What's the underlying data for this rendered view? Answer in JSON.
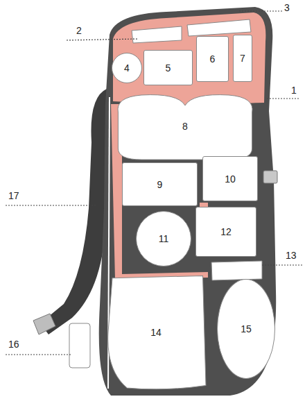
{
  "diagram": {
    "nodes": [
      {
        "text": [
          "4"
        ]
      },
      {
        "text": [
          "5"
        ]
      },
      {
        "text": [
          "6"
        ]
      },
      {
        "text": [
          "7"
        ]
      },
      {
        "text": [
          "8"
        ]
      },
      {
        "text": [
          "9"
        ]
      },
      {
        "text": [
          "10"
        ]
      },
      {
        "text": [
          "11"
        ]
      },
      {
        "text": [
          "12"
        ]
      },
      {
        "text": [
          "14"
        ]
      },
      {
        "text": [
          "15"
        ]
      }
    ],
    "labels": [
      "3",
      "2",
      "1",
      "17",
      "13",
      "16"
    ]
  }
}
